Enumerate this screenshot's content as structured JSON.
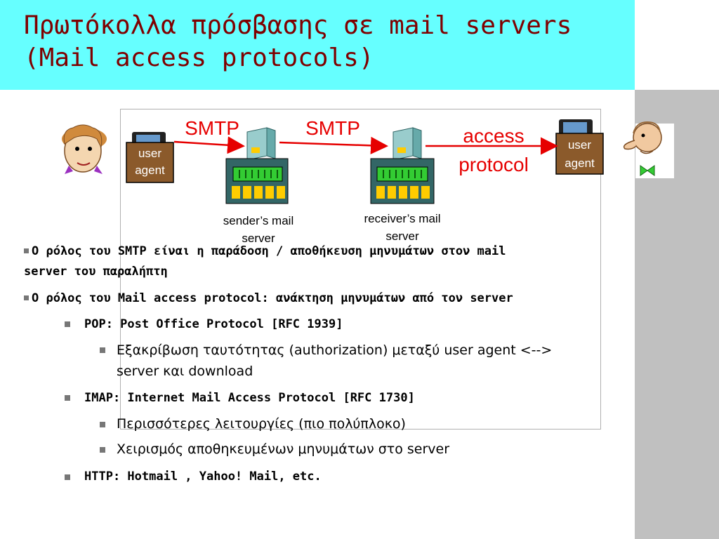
{
  "title": {
    "line1": "Πρωτόκολλα πρόσβασης σε mail servers",
    "line2": "(Mail access protocols)"
  },
  "diagram": {
    "smtp_label_1": "SMTP",
    "smtp_label_2": "SMTP",
    "access_label_1": "access",
    "access_label_2": "protocol",
    "sender_agent": {
      "line1": "user",
      "line2": "agent"
    },
    "receiver_agent": {
      "line1": "user",
      "line2": "agent"
    },
    "sender_server": {
      "line1": "sender’s mail",
      "line2": "server"
    },
    "receiver_server": {
      "line1": "receiver’s mail",
      "line2": "server"
    },
    "colors": {
      "arrow": "#e60000",
      "agent_box": "#8b5a2b",
      "server_green": "#33cc33",
      "server_yellow": "#ffcc00",
      "server_case": "#336666"
    }
  },
  "bullets": {
    "smtp_role_line1": "Ο ρόλος του SMTP είναι η παράδοση / αποθήκευση μηνυμάτων στον mail",
    "smtp_role_line2": "server του παραλήπτη",
    "access_role": "Ο ρόλος του Mail access protocol: ανάκτηση μηνυμάτων από τον server",
    "pop": "POP: Post Office Protocol [RFC 1939]",
    "pop_auth_line1": "Εξακρίβωση ταυτότητας (authorization) μεταξύ user agent <-->",
    "pop_auth_line2": "server και download",
    "imap": "IMAP: Internet Mail Access Protocol [RFC 1730]",
    "imap_more": "Περισσότερες λειτουργίες (πιο πολύπλοκο)",
    "imap_manage": "Χειρισμός αποθηκευμένων μηνυμάτων στο server",
    "http": "HTTP: Hotmail , Yahoo! Mail, etc."
  }
}
